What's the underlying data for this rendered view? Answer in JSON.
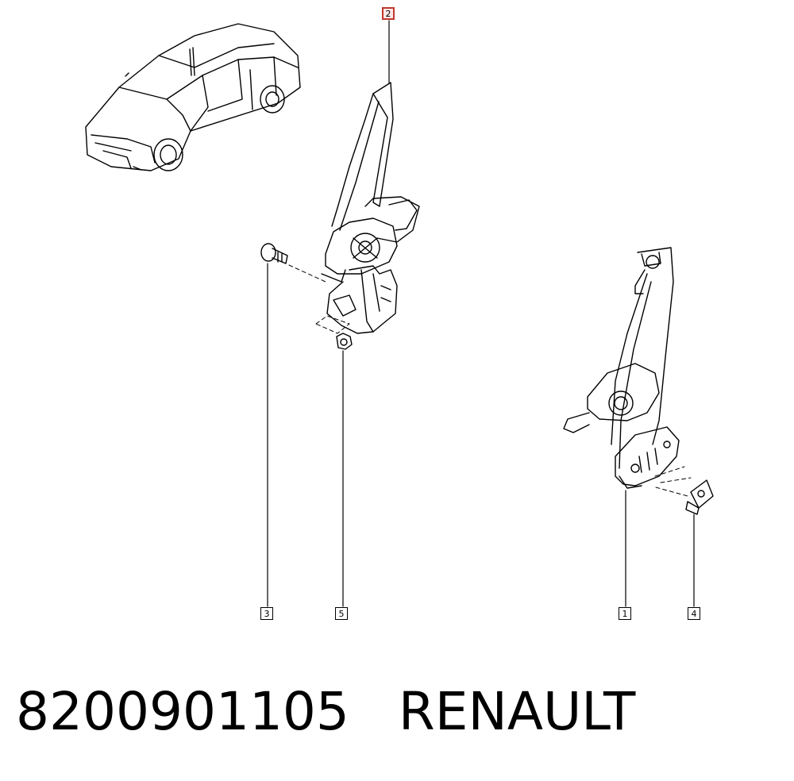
{
  "callouts": {
    "c1": "1",
    "c2": "2",
    "c3": "3",
    "c4": "4",
    "c5": "5"
  },
  "footer": {
    "part_number": "8200901105",
    "brand": "RENAULT"
  },
  "colors": {
    "line": "#000000",
    "highlight": "#c0392b"
  }
}
